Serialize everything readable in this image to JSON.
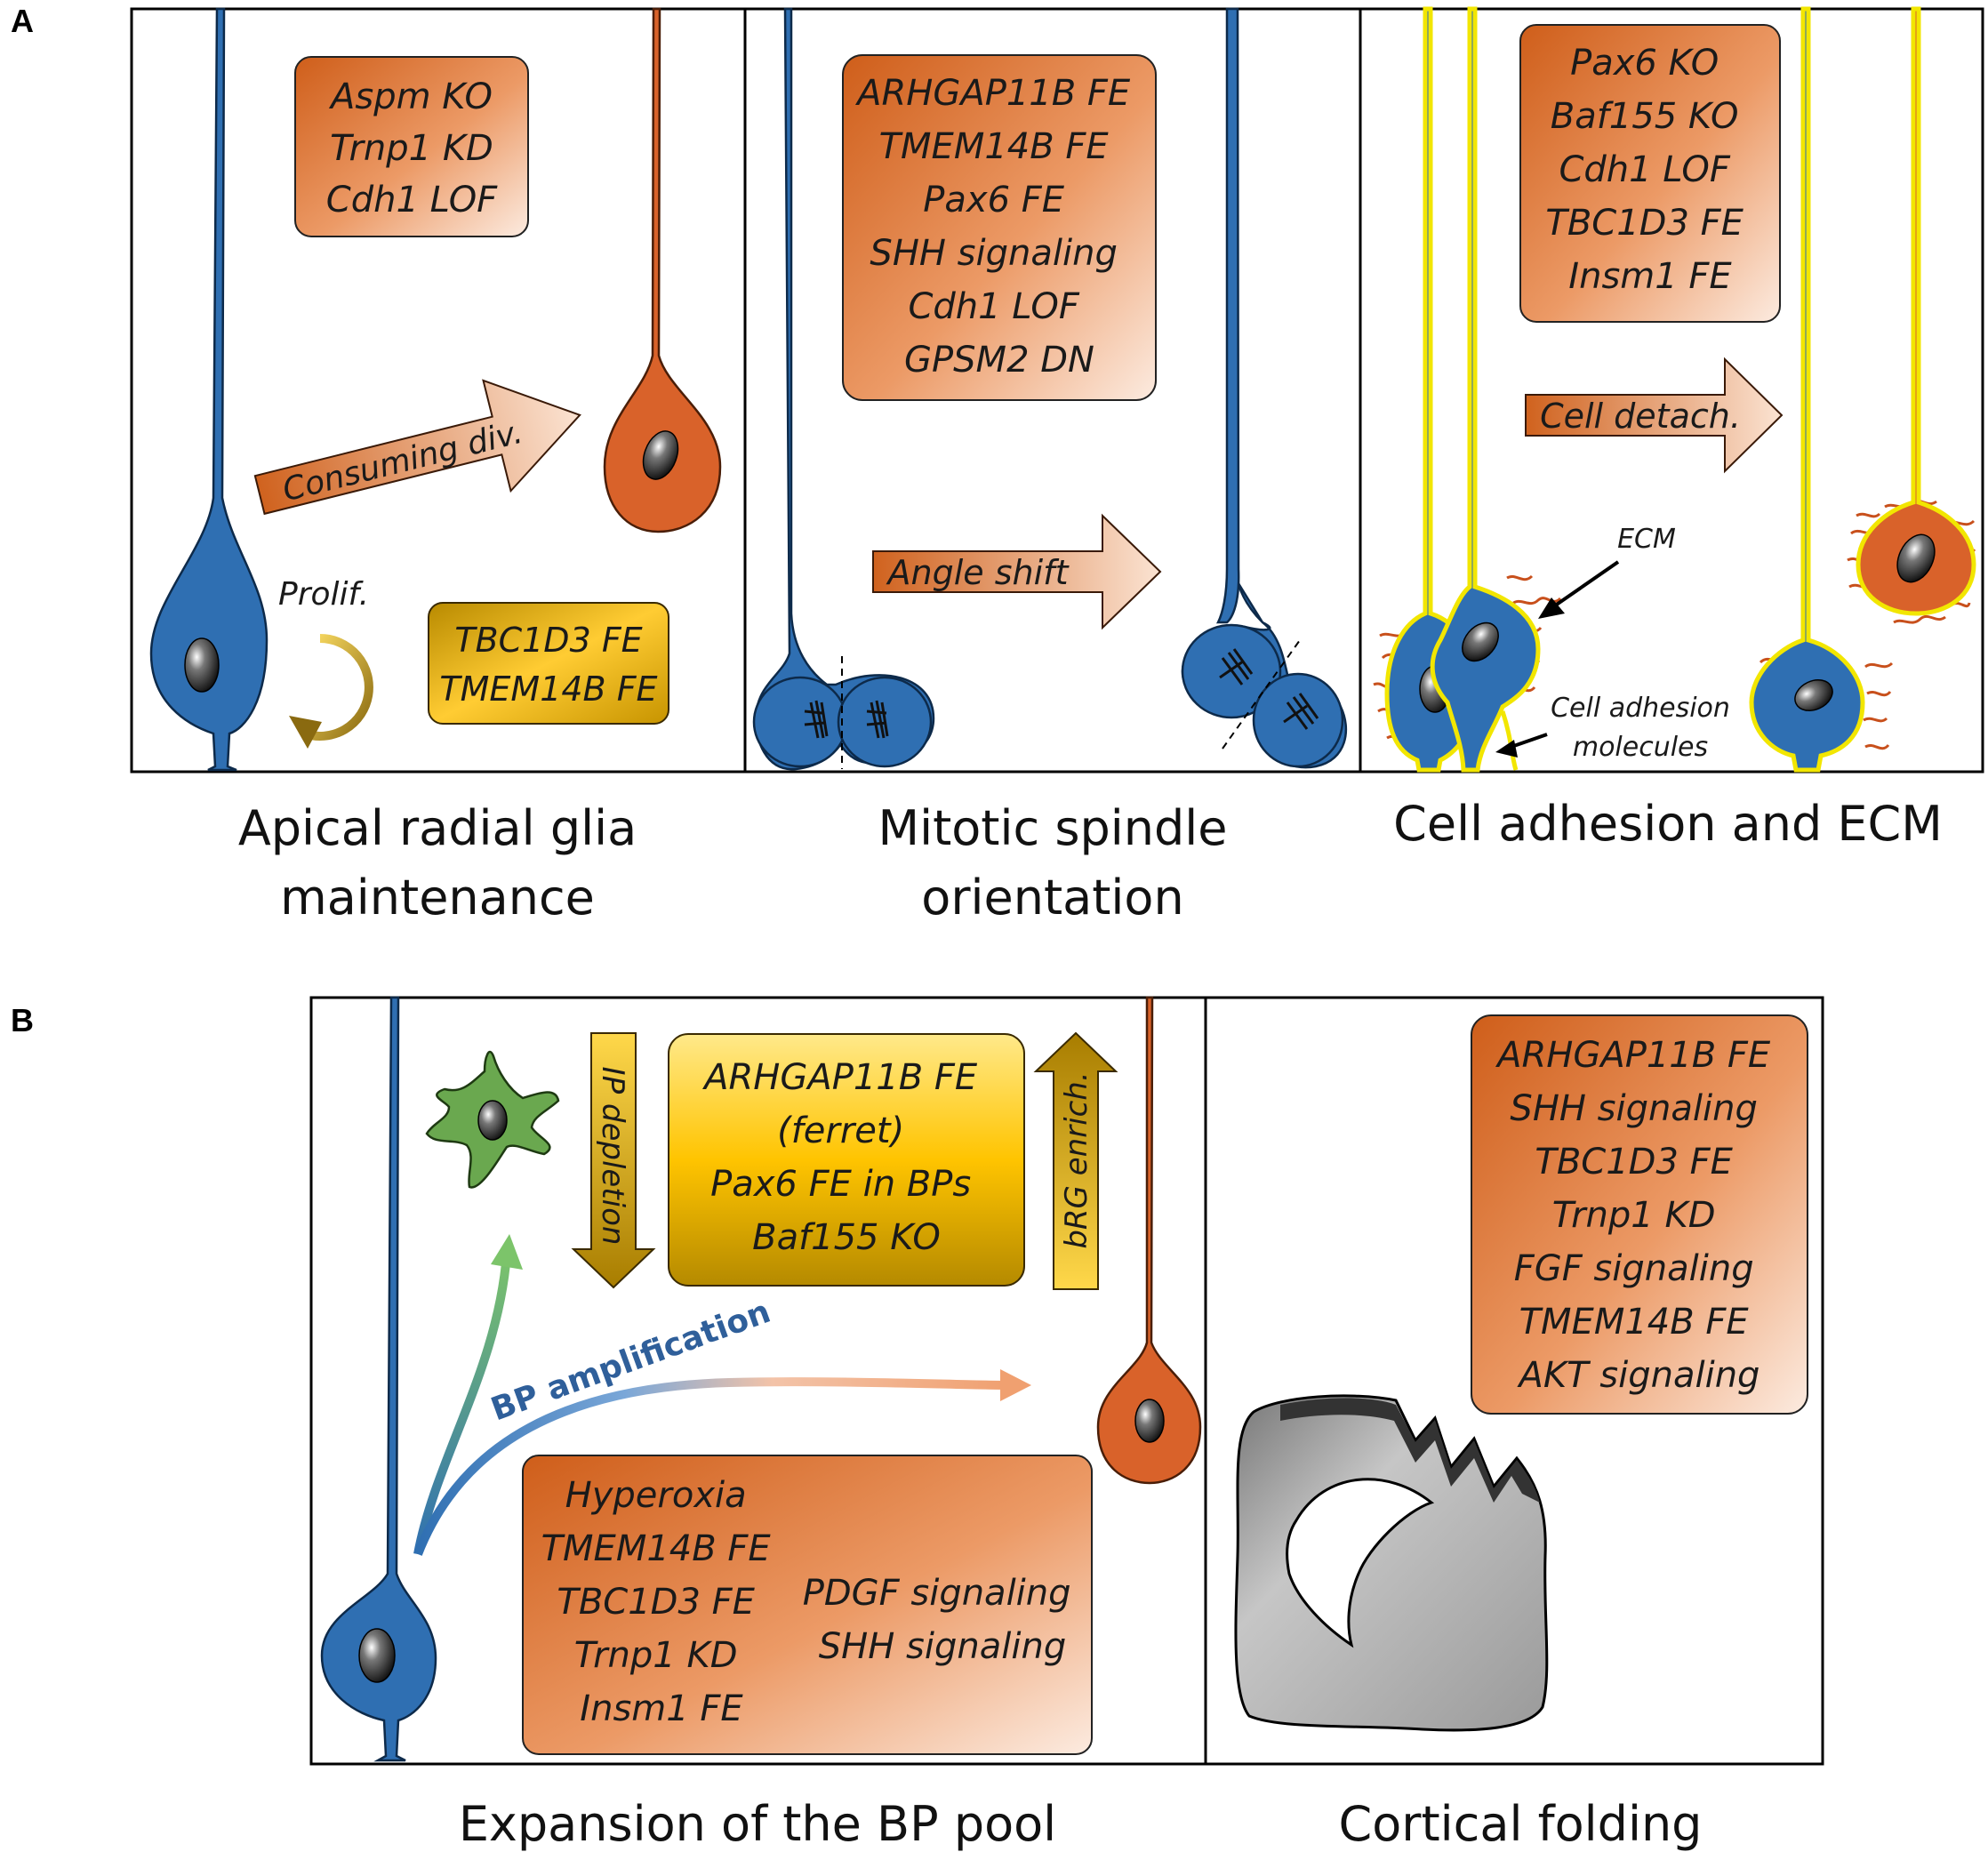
{
  "panelA": {
    "letter": "A",
    "col1": {
      "box": [
        "Aspm KO",
        "Trnp1 KD",
        "Cdh1 LOF"
      ],
      "arrow": "Consuming div.",
      "prolif": "Prolif.",
      "gold_box": [
        "TBC1D3 FE",
        "TMEM14B FE"
      ],
      "caption": [
        "Apical radial glia",
        "maintenance"
      ]
    },
    "col2": {
      "box": [
        "ARHGAP11B FE",
        "TMEM14B FE",
        "Pax6 FE",
        "SHH signaling",
        "Cdh1 LOF",
        "GPSM2 DN"
      ],
      "arrow": "Angle shift",
      "caption": [
        "Mitotic spindle",
        "orientation"
      ]
    },
    "col3": {
      "box": [
        "Pax6 KO",
        "Baf155 KO",
        "Cdh1 LOF",
        "TBC1D3 FE",
        "Insm1 FE"
      ],
      "arrow": "Cell detach.",
      "ecm": "ECM",
      "adhesion": [
        "Cell adhesion",
        "molecules"
      ],
      "caption": [
        "Cell adhesion and ECM"
      ]
    }
  },
  "panelB": {
    "letter": "B",
    "col1": {
      "ip_arrow": "IP depletion",
      "brg_arrow": "bRG enrich.",
      "gold_box": [
        "ARHGAP11B FE",
        "(ferret)",
        "Pax6 FE in BPs",
        "Baf155 KO"
      ],
      "amplification": "BP amplification",
      "box_left": [
        "Hyperoxia",
        "TMEM14B FE",
        "TBC1D3 FE",
        "Trnp1 KD",
        "Insm1 FE"
      ],
      "box_right": [
        "PDGF signaling",
        "SHH signaling"
      ],
      "caption": "Expansion of the BP pool"
    },
    "col2": {
      "box": [
        "ARHGAP11B FE",
        "SHH signaling",
        "TBC1D3 FE",
        "Trnp1 KD",
        "FGF signaling",
        "TMEM14B FE",
        "AKT signaling"
      ],
      "caption": "Cortical folding"
    }
  },
  "colors": {
    "orange_dark": "#d0621e",
    "orange_light": "#fbe3d2",
    "gold_light": "#ffd84a",
    "gold_dark": "#b08700",
    "blue_cell": "#2f6fb2",
    "orange_cell": "#d9622a",
    "green_cell": "#6aa84f",
    "ecm": "#c8501c",
    "adhesion": "#f2e600"
  }
}
